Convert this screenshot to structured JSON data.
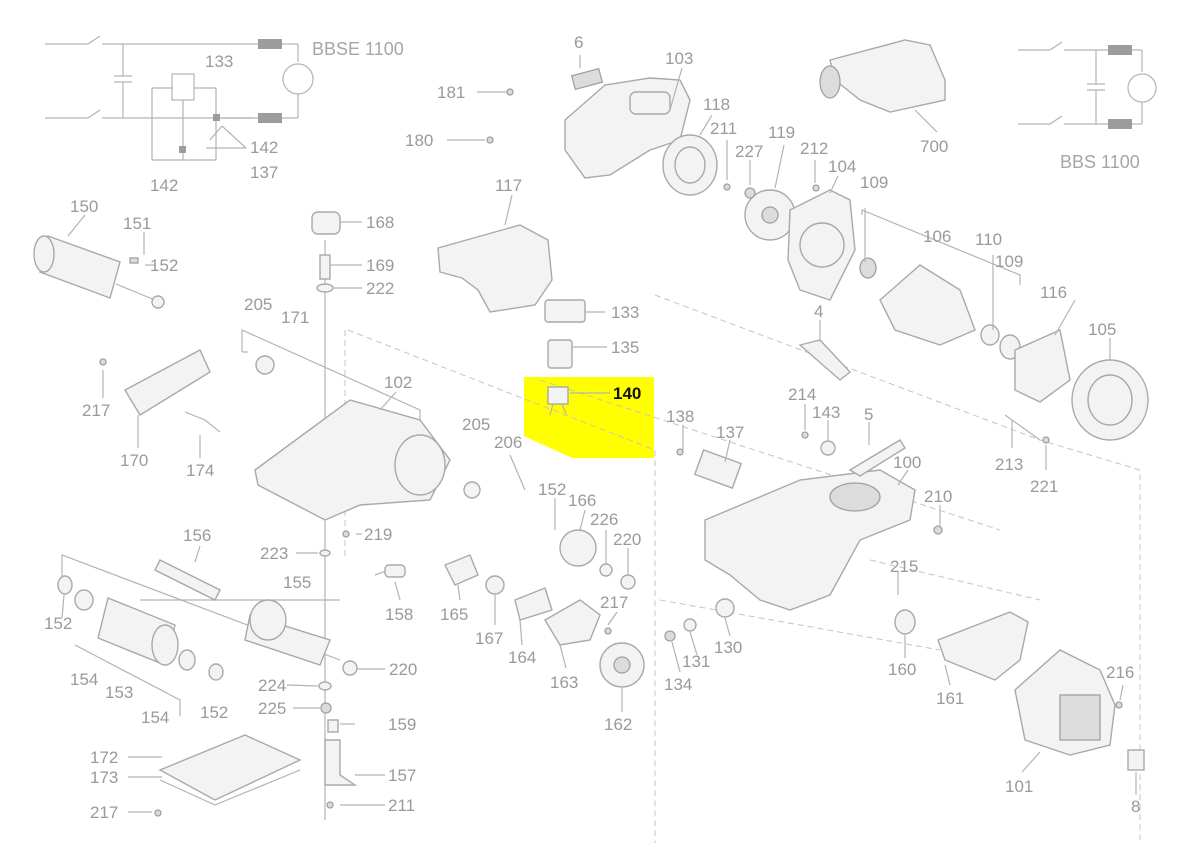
{
  "diagram": {
    "circuits": [
      {
        "id": "bbse",
        "label": "BBSE 1100"
      },
      {
        "id": "bbs",
        "label": "BBS 1100"
      }
    ],
    "highlight": {
      "part": "140",
      "color": "#ffff00"
    },
    "parts": [
      {
        "id": "p6",
        "text": "6"
      },
      {
        "id": "p103",
        "text": "103"
      },
      {
        "id": "p181",
        "text": "181"
      },
      {
        "id": "p180",
        "text": "180"
      },
      {
        "id": "p118",
        "text": "118"
      },
      {
        "id": "p211a",
        "text": "211"
      },
      {
        "id": "p119",
        "text": "119"
      },
      {
        "id": "p227",
        "text": "227"
      },
      {
        "id": "p212",
        "text": "212"
      },
      {
        "id": "p104",
        "text": "104"
      },
      {
        "id": "p109a",
        "text": "109"
      },
      {
        "id": "p700",
        "text": "700"
      },
      {
        "id": "p133a",
        "text": "133"
      },
      {
        "id": "p142a",
        "text": "142"
      },
      {
        "id": "p142b",
        "text": "142"
      },
      {
        "id": "p137a",
        "text": "137"
      },
      {
        "id": "p117",
        "text": "117"
      },
      {
        "id": "p150",
        "text": "150"
      },
      {
        "id": "p151",
        "text": "151"
      },
      {
        "id": "p152a",
        "text": "152"
      },
      {
        "id": "p168",
        "text": "168"
      },
      {
        "id": "p169",
        "text": "169"
      },
      {
        "id": "p222",
        "text": "222"
      },
      {
        "id": "p205a",
        "text": "205"
      },
      {
        "id": "p171",
        "text": "171"
      },
      {
        "id": "p133b",
        "text": "133"
      },
      {
        "id": "p135",
        "text": "135"
      },
      {
        "id": "p140",
        "text": "140"
      },
      {
        "id": "p102",
        "text": "102"
      },
      {
        "id": "p106",
        "text": "106"
      },
      {
        "id": "p110",
        "text": "110"
      },
      {
        "id": "p109b",
        "text": "109"
      },
      {
        "id": "p116",
        "text": "116"
      },
      {
        "id": "p105",
        "text": "105"
      },
      {
        "id": "p4",
        "text": "4"
      },
      {
        "id": "p217a",
        "text": "217"
      },
      {
        "id": "p170",
        "text": "170"
      },
      {
        "id": "p174",
        "text": "174"
      },
      {
        "id": "p205b",
        "text": "205"
      },
      {
        "id": "p206",
        "text": "206"
      },
      {
        "id": "p138",
        "text": "138"
      },
      {
        "id": "p137b",
        "text": "137"
      },
      {
        "id": "p214",
        "text": "214"
      },
      {
        "id": "p143",
        "text": "143"
      },
      {
        "id": "p5",
        "text": "5"
      },
      {
        "id": "p213",
        "text": "213"
      },
      {
        "id": "p221",
        "text": "221"
      },
      {
        "id": "p100",
        "text": "100"
      },
      {
        "id": "p210",
        "text": "210"
      },
      {
        "id": "p152b",
        "text": "152"
      },
      {
        "id": "p166",
        "text": "166"
      },
      {
        "id": "p226",
        "text": "226"
      },
      {
        "id": "p220a",
        "text": "220"
      },
      {
        "id": "p219",
        "text": "219"
      },
      {
        "id": "p156",
        "text": "156"
      },
      {
        "id": "p223",
        "text": "223"
      },
      {
        "id": "p215",
        "text": "215"
      },
      {
        "id": "p155",
        "text": "155"
      },
      {
        "id": "p158",
        "text": "158"
      },
      {
        "id": "p165",
        "text": "165"
      },
      {
        "id": "p167",
        "text": "167"
      },
      {
        "id": "p217b",
        "text": "217"
      },
      {
        "id": "p152c",
        "text": "152"
      },
      {
        "id": "p220b",
        "text": "220"
      },
      {
        "id": "p164",
        "text": "164"
      },
      {
        "id": "p130",
        "text": "130"
      },
      {
        "id": "p131",
        "text": "131"
      },
      {
        "id": "p134",
        "text": "134"
      },
      {
        "id": "p160",
        "text": "160"
      },
      {
        "id": "p216",
        "text": "216"
      },
      {
        "id": "p161",
        "text": "161"
      },
      {
        "id": "p154a",
        "text": "154"
      },
      {
        "id": "p153",
        "text": "153"
      },
      {
        "id": "p154b",
        "text": "154"
      },
      {
        "id": "p152d",
        "text": "152"
      },
      {
        "id": "p224",
        "text": "224"
      },
      {
        "id": "p225",
        "text": "225"
      },
      {
        "id": "p159",
        "text": "159"
      },
      {
        "id": "p163",
        "text": "163"
      },
      {
        "id": "p162",
        "text": "162"
      },
      {
        "id": "p172",
        "text": "172"
      },
      {
        "id": "p173",
        "text": "173"
      },
      {
        "id": "p157",
        "text": "157"
      },
      {
        "id": "p217c",
        "text": "217"
      },
      {
        "id": "p211b",
        "text": "211"
      },
      {
        "id": "p101",
        "text": "101"
      },
      {
        "id": "p8",
        "text": "8"
      }
    ]
  }
}
